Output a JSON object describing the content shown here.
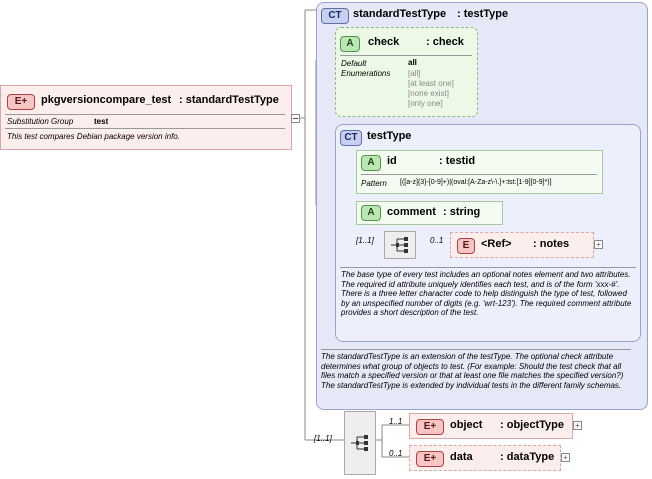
{
  "pkg": {
    "badge": "E",
    "name": "pkgversioncompare_test",
    "type": ": standardTestType",
    "subst_label": "Substitution Group",
    "subst_value": "test",
    "doc": "This test compares Debian package version info."
  },
  "standard": {
    "badge": "CT",
    "name": "standardTestType",
    "base": ": testType",
    "doc": "The standardTestType is an extension of the testType.  The optional check attribute determines what group of objects to test.  (For example: Should the test check that all files match a specified version or that at least one file matches the specified version?)  The standardTestType is extended by individual tests in the different family schemas."
  },
  "check": {
    "badge": "A",
    "name": "check",
    "type": ": check",
    "default_label": "Default",
    "enum_label": "Enumerations",
    "default_value": "all",
    "enums": [
      "[all]",
      "[at least one]",
      "[none exist]",
      "[only one]"
    ]
  },
  "testtype": {
    "badge": "CT",
    "name": "testType",
    "id": {
      "badge": "A",
      "name": "id",
      "type": ": testid",
      "pattern_label": "Pattern",
      "pattern": "[([a-z]{3}-[0-9]+)|(oval:[A-Za-z\\-\\.]+:tst:[1-9][0-9]*)]"
    },
    "comment": {
      "badge": "A",
      "name": "comment",
      "type": ": string"
    },
    "seq_mult": "[1..1]",
    "notes": {
      "badge": "E",
      "name": "<Ref>",
      "type": ": notes",
      "mult": "0..1"
    },
    "doc": "The base type of every test includes an optional notes element and two attributes.  The required id attribute uniquely identifies each test, and is of the form 'xxx-#'.  There is a three letter character code to help distinguish the type of test, followed by an unspecified number of digits (e.g. 'wrt-123').  The required comment attribute provides a short description of the test."
  },
  "seq2_mult": "[1..1]",
  "object": {
    "badge": "E",
    "name": "object",
    "type": ": objectType",
    "mult": "1..1"
  },
  "data": {
    "badge": "E",
    "name": "data",
    "type": ": dataType",
    "mult": "0..1"
  }
}
